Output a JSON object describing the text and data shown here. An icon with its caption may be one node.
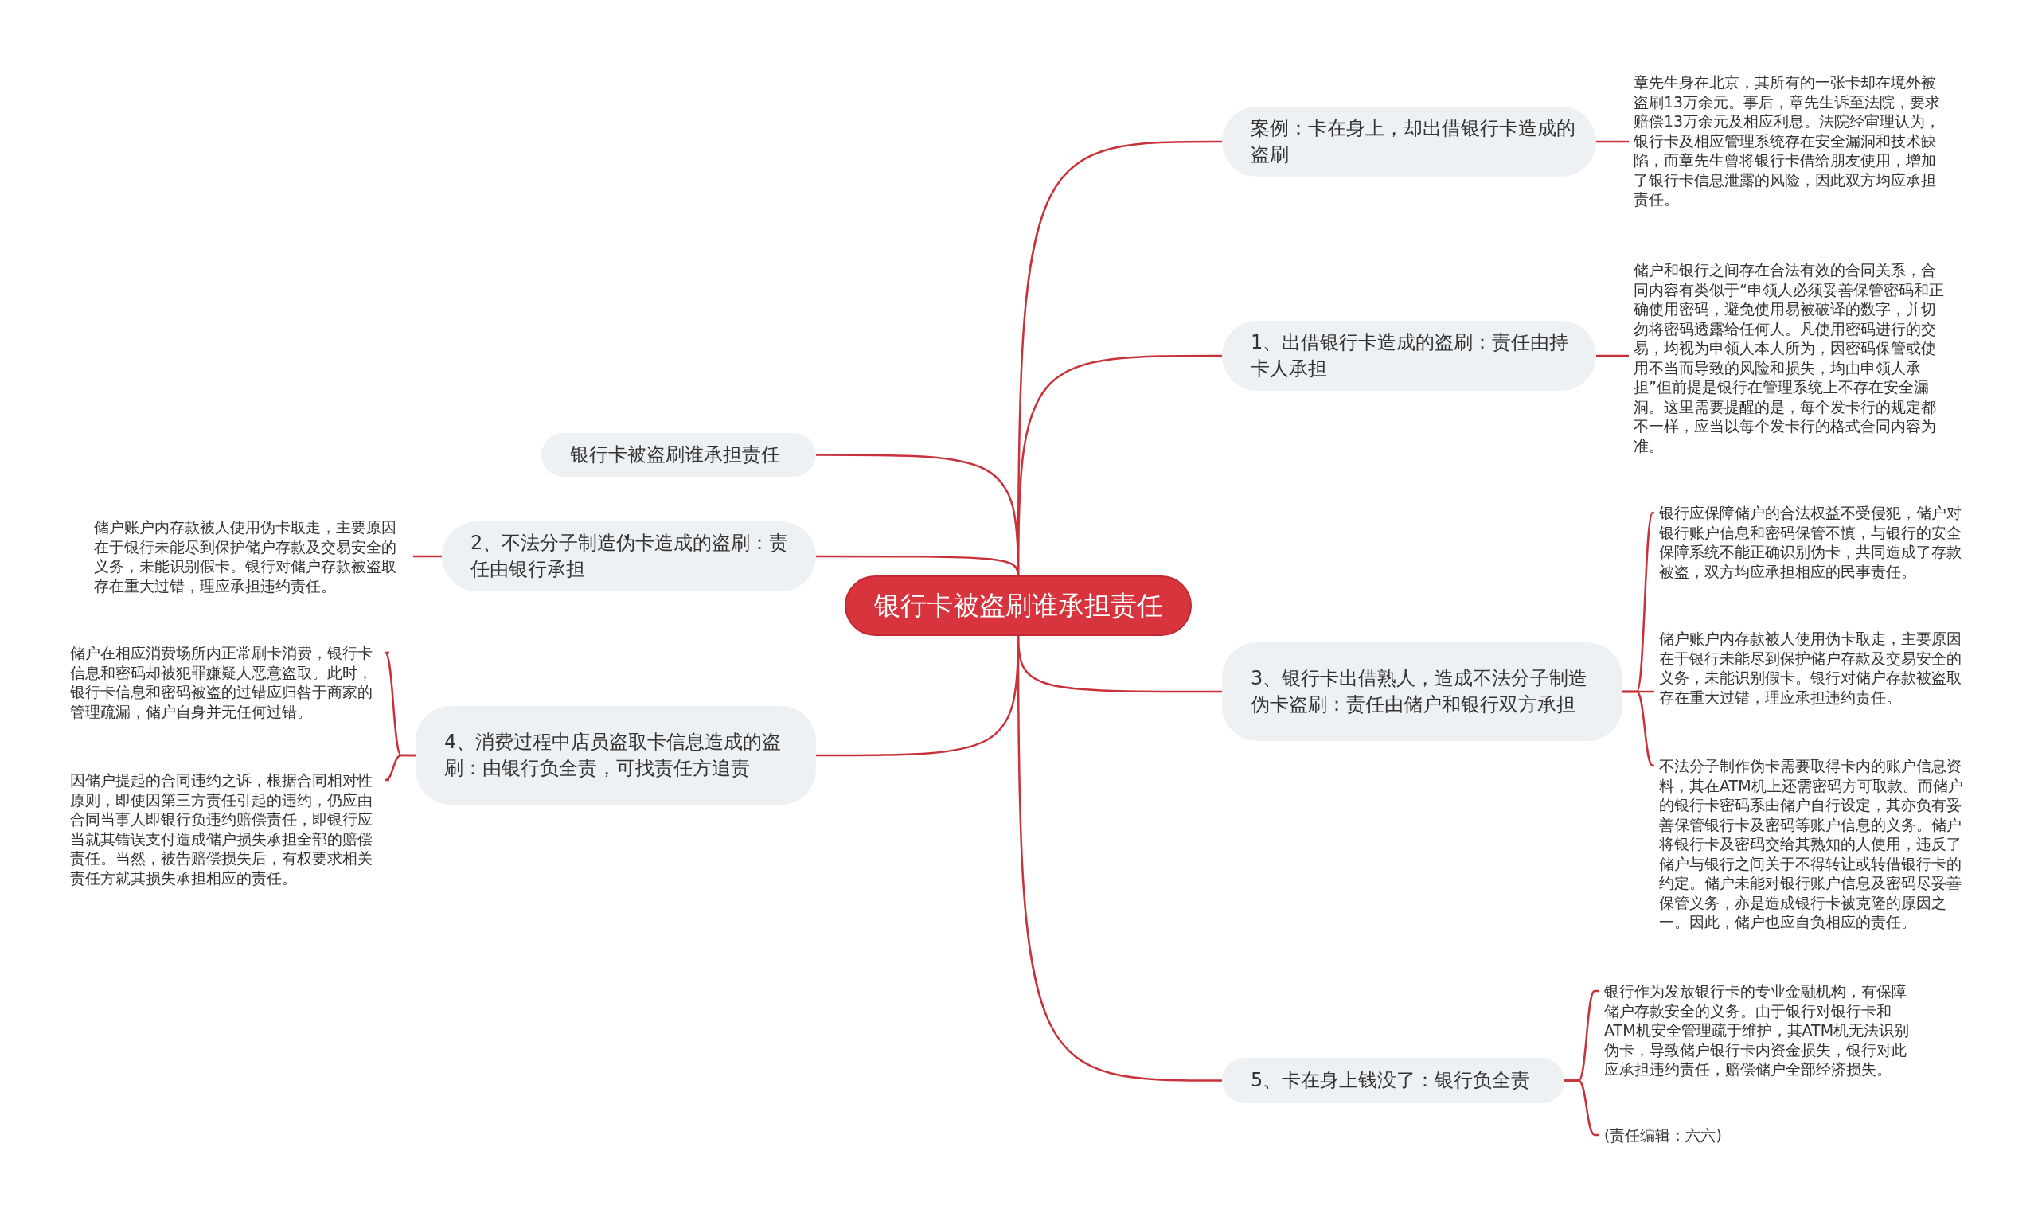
{
  "diagram": {
    "nodes": [
      {
        "text": [
          "银行卡被盗刷谁承担责任"
        ]
      },
      {
        "text": [
          "案例：卡在身上，却出借银行卡造成的盗刷"
        ]
      },
      {
        "text": [
          "章先生身在北京，其所有的一张卡却在境外被盗刷13万余元。事后，章先生诉至法院，要求赔偿13万余元及相应利息。法院经审理认为，银行卡及相应管理系统存在安全漏洞和技术缺陷，而章先生曾将银行卡借给朋友使用，增加了银行卡信息泄露的风险，因此双方均应承担责任。"
        ]
      },
      {
        "text": [
          "1、出借银行卡造成的盗刷：责任由持卡人承担"
        ]
      },
      {
        "text": [
          "储户和银行之间存在合法有效的合同关系，合同内容有类似于“申领人必须妥善保管密码和正确使用密码，避免使用易被破译的数字，并切勿将密码透露给任何人。凡使用密码进行的交易，均视为申领人本人所为，因密码保管或使用不当而导致的风险和损失，均由申领人承担”但前提是银行在管理系统上不存在安全漏洞。这里需要提醒的是，每个发卡行的规定都不一样，应当以每个发卡行的格式合同内容为准。"
        ]
      },
      {
        "text": [
          "银行卡被盗刷谁承担责任"
        ]
      },
      {
        "text": [
          "2、不法分子制造伪卡造成的盗刷：责任由银行承担"
        ]
      },
      {
        "text": [
          "储户账户内存款被人使用伪卡取走，主要原因在于银行未能尽到保护储户存款及交易安全的义务，未能识别假卡。银行对储户存款被盗取存在重大过错，理应承担违约责任。"
        ]
      },
      {
        "text": [
          "3、银行卡出借熟人，造成不法分子制造伪卡盗刷：责任由储户和银行双方承担"
        ]
      },
      {
        "text": [
          "银行应保障储户的合法权益不受侵犯，储户对银行账户信息和密码保管不慎，与银行的安全保障系统不能正确识别伪卡，共同造成了存款被盗，双方均应承担相应的民事责任。"
        ]
      },
      {
        "text": [
          "储户账户内存款被人使用伪卡取走，主要原因在于银行未能尽到保护储户存款及交易安全的义务，未能识别假卡。银行对储户存款被盗取存在重大过错，理应承担违约责任。"
        ]
      },
      {
        "text": [
          "不法分子制作伪卡需要取得卡内的账户信息资料，其在ATM机上还需密码方可取款。而储户的银行卡密码系由储户自行设定，其亦负有妥善保管银行卡及密码等账户信息的义务。储户将银行卡及密码交给其熟知的人使用，违反了储户与银行之间关于不得转让或转借银行卡的约定。储户未能对银行账户信息及密码尽妥善保管义务，亦是造成银行卡被克隆的原因之一。因此，储户也应自负相应的责任。"
        ]
      },
      {
        "text": [
          "4、消费过程中店员盗取卡信息造成的盗刷：由银行负全责，可找责任方追责"
        ]
      },
      {
        "text": [
          "储户在相应消费场所内正常刷卡消费，银行卡信息和密码却被犯罪嫌疑人恶意盗取。此时，银行卡信息和密码被盗的过错应归咎于商家的管理疏漏，储户自身并无任何过错。"
        ]
      },
      {
        "text": [
          "因储户提起的合同违约之诉，根据合同相对性原则，即使因第三方责任引起的违约，仍应由合同当事人即银行负违约赔偿责任，即银行应当就其错误支付造成储户损失承担全部的赔偿责任。当然，被告赔偿损失后，有权要求相关责任方就其损失承担相应的责任。"
        ]
      },
      {
        "text": [
          "5、卡在身上钱没了：银行负全责"
        ]
      },
      {
        "text": [
          "银行作为发放银行卡的专业金融机构，有保障储户存款安全的义务。由于银行对银行卡和ATM机安全管理疏于维护，其ATM机无法识别伪卡，导致储户银行卡内资金损失，银行对此应承担违约责任，赔偿储户全部经济损失。"
        ]
      },
      {
        "text": [
          "(责任编辑：六六)"
        ]
      }
    ],
    "edges": [
      {
        "from": 0,
        "to": 1,
        "arrow": "none"
      },
      {
        "from": 0,
        "to": 3,
        "arrow": "none"
      },
      {
        "from": 0,
        "to": 5,
        "arrow": "none"
      },
      {
        "from": 0,
        "to": 6,
        "arrow": "none"
      },
      {
        "from": 0,
        "to": 8,
        "arrow": "none"
      },
      {
        "from": 0,
        "to": 12,
        "arrow": "none"
      },
      {
        "from": 0,
        "to": 15,
        "arrow": "none"
      },
      {
        "from": 1,
        "to": 2,
        "arrow": "none"
      },
      {
        "from": 3,
        "to": 4,
        "arrow": "none"
      },
      {
        "from": 6,
        "to": 7,
        "arrow": "none"
      },
      {
        "from": 8,
        "to": 9,
        "arrow": "none"
      },
      {
        "from": 8,
        "to": 10,
        "arrow": "none"
      },
      {
        "from": 8,
        "to": 11,
        "arrow": "none"
      },
      {
        "from": 12,
        "to": 13,
        "arrow": "none"
      },
      {
        "from": 12,
        "to": 14,
        "arrow": "none"
      },
      {
        "from": 15,
        "to": 16,
        "arrow": "none"
      },
      {
        "from": 15,
        "to": 17,
        "arrow": "none"
      }
    ]
  }
}
